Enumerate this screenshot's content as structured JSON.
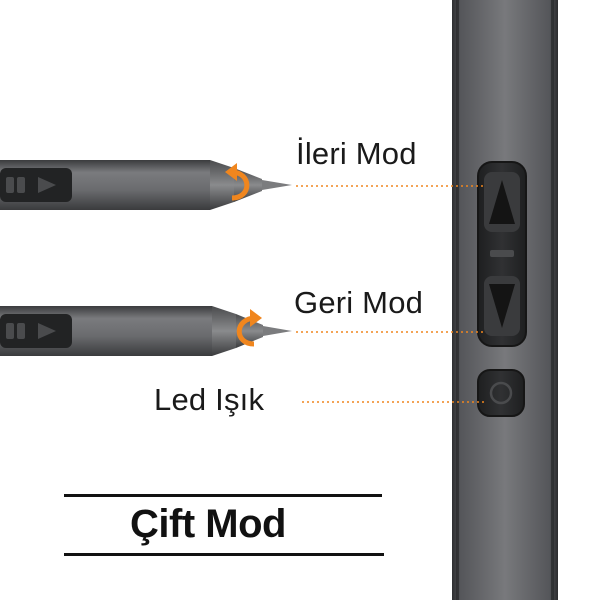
{
  "labels": {
    "forward_mode": "İleri Mod",
    "reverse_mode": "Geri Mod",
    "led_light": "Led Işık"
  },
  "title": "Çift Mod",
  "colors": {
    "body_dark": "#45464a",
    "body_mid": "#6f7073",
    "accent_orange": "#f0861e",
    "background": "#ffffff"
  },
  "icons": {
    "forward_rotation": "rotate-arrow-icon",
    "reverse_rotation": "rotate-arrow-icon",
    "button_up": "triangle-up-icon",
    "button_down": "triangle-down-icon",
    "button_led": "circle-icon"
  }
}
